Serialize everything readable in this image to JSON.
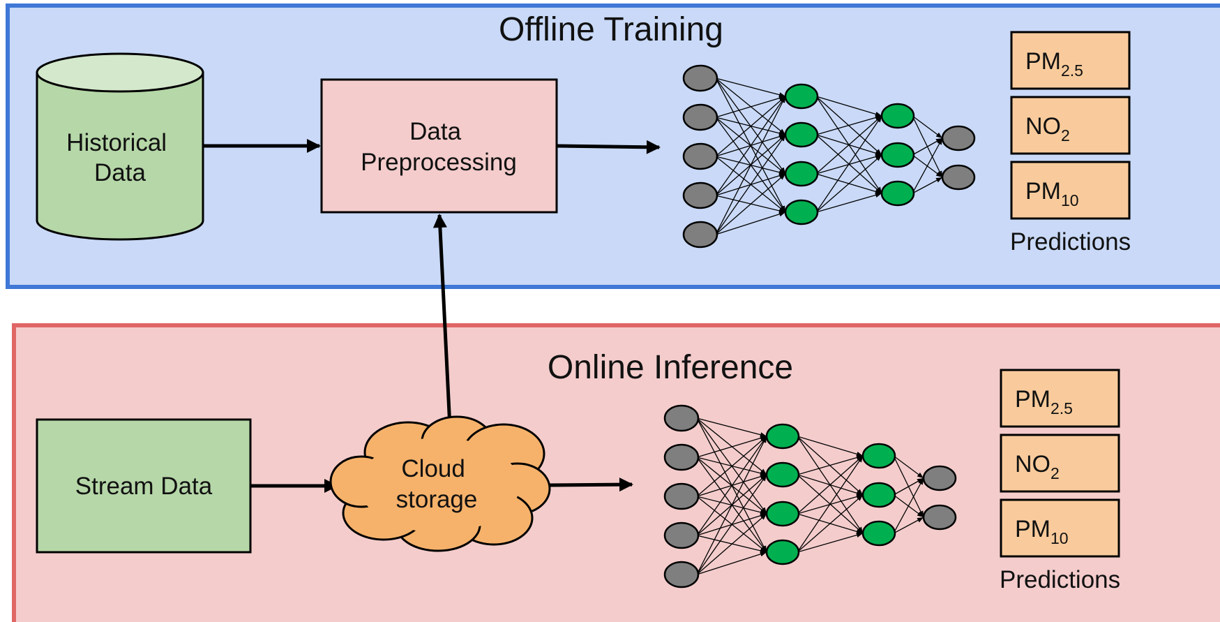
{
  "colors": {
    "offline_panel_fill": "#c9d9f7",
    "offline_panel_border": "#3f78d6",
    "online_panel_fill": "#f4cccc",
    "online_panel_border": "#e06666",
    "data_source_fill": "#b6d7a8",
    "cylinder_top_fill": "#d4e8cc",
    "preprocessing_fill": "#f4cccc",
    "cloud_fill": "#f6b26b",
    "prediction_fill": "#f9cb9c",
    "nn_input_output_node": "#7f7f7f",
    "nn_hidden_node": "#00b050",
    "stroke": "#000000"
  },
  "offline": {
    "title": "Offline Training",
    "source_icon": "database-cylinder-icon",
    "source_line1": "Historical",
    "source_line2": "Data",
    "process_line1": "Data",
    "process_line2": "Preprocessing",
    "model_icon": "neural-network-icon",
    "predictions": [
      {
        "base": "PM",
        "sub": "2.5"
      },
      {
        "base": "NO",
        "sub": "2"
      },
      {
        "base": "PM",
        "sub": "10"
      }
    ],
    "predictions_caption": "Predictions"
  },
  "online": {
    "title": "Online Inference",
    "source_label": "Stream Data",
    "cloud_icon": "cloud-icon",
    "cloud_line1": "Cloud",
    "cloud_line2": "storage",
    "model_icon": "neural-network-icon",
    "predictions": [
      {
        "base": "PM",
        "sub": "2.5"
      },
      {
        "base": "NO",
        "sub": "2"
      },
      {
        "base": "PM",
        "sub": "10"
      }
    ],
    "predictions_caption": "Predictions"
  }
}
